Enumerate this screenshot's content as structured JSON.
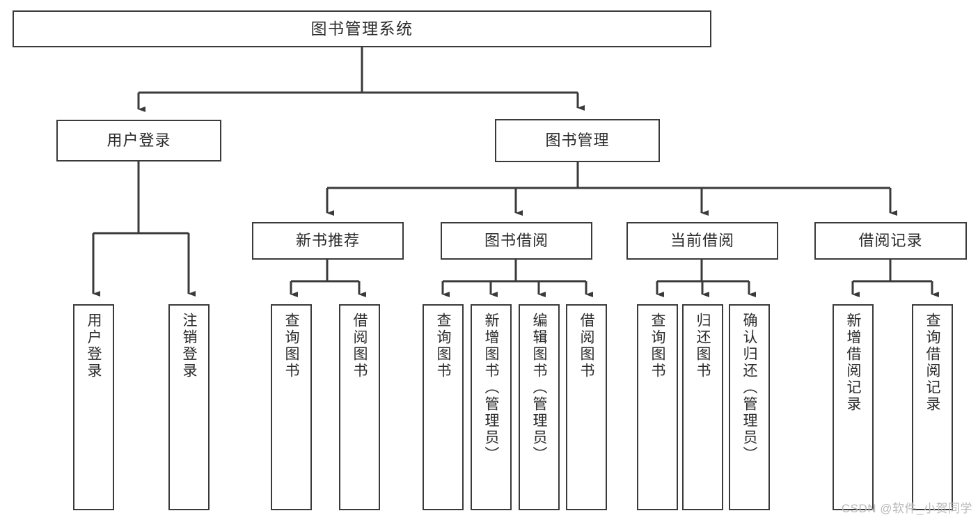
{
  "diagram": {
    "title": "图书管理系统",
    "type": "tree",
    "watermark": "CSDN @软件_小贺同学",
    "colors": {
      "background": "#ffffff",
      "node_fill": "#ffffff",
      "node_stroke": "#3a3a3a",
      "text": "#2b2b2b",
      "edge": "#3a3a3a",
      "watermark": "#b9b9b9"
    },
    "nodes": {
      "root": {
        "label": "图书管理系统",
        "level": 1,
        "orientation": "horizontal"
      },
      "user_login": {
        "label": "用户登录",
        "level": 2,
        "orientation": "horizontal"
      },
      "book_mgmt": {
        "label": "图书管理",
        "level": 2,
        "orientation": "horizontal"
      },
      "new_book_rec": {
        "label": "新书推荐",
        "level": 3,
        "orientation": "horizontal"
      },
      "book_borrow": {
        "label": "图书借阅",
        "level": 3,
        "orientation": "horizontal"
      },
      "current_borrow": {
        "label": "当前借阅",
        "level": 3,
        "orientation": "horizontal"
      },
      "borrow_record": {
        "label": "借阅记录",
        "level": 3,
        "orientation": "horizontal"
      },
      "leaf_user_login": {
        "label": "用户登录",
        "level": 4,
        "orientation": "vertical"
      },
      "leaf_logout": {
        "label": "注销登录",
        "level": 4,
        "orientation": "vertical"
      },
      "leaf_query_book_1": {
        "label": "查询图书",
        "level": 4,
        "orientation": "vertical"
      },
      "leaf_borrow_book_1": {
        "label": "借阅图书",
        "level": 4,
        "orientation": "vertical"
      },
      "leaf_query_book_2": {
        "label": "查询图书",
        "level": 4,
        "orientation": "vertical"
      },
      "leaf_add_book": {
        "label": "新增图书（管理员）",
        "level": 4,
        "orientation": "vertical"
      },
      "leaf_edit_book": {
        "label": "编辑图书（管理员）",
        "level": 4,
        "orientation": "vertical"
      },
      "leaf_borrow_book_2": {
        "label": "借阅图书",
        "level": 4,
        "orientation": "vertical"
      },
      "leaf_query_book_3": {
        "label": "查询图书",
        "level": 4,
        "orientation": "vertical"
      },
      "leaf_return_book": {
        "label": "归还图书",
        "level": 4,
        "orientation": "vertical"
      },
      "leaf_confirm_return": {
        "label": "确认归还（管理员）",
        "level": 4,
        "orientation": "vertical"
      },
      "leaf_add_record": {
        "label": "新增借阅记录",
        "level": 4,
        "orientation": "vertical"
      },
      "leaf_query_record": {
        "label": "查询借阅记录",
        "level": 4,
        "orientation": "vertical"
      }
    },
    "edges": [
      {
        "from": "root",
        "to": "user_login"
      },
      {
        "from": "root",
        "to": "book_mgmt"
      },
      {
        "from": "user_login",
        "to": "leaf_user_login"
      },
      {
        "from": "user_login",
        "to": "leaf_logout"
      },
      {
        "from": "book_mgmt",
        "to": "new_book_rec"
      },
      {
        "from": "book_mgmt",
        "to": "book_borrow"
      },
      {
        "from": "book_mgmt",
        "to": "current_borrow"
      },
      {
        "from": "book_mgmt",
        "to": "borrow_record"
      },
      {
        "from": "new_book_rec",
        "to": "leaf_query_book_1"
      },
      {
        "from": "new_book_rec",
        "to": "leaf_borrow_book_1"
      },
      {
        "from": "book_borrow",
        "to": "leaf_query_book_2"
      },
      {
        "from": "book_borrow",
        "to": "leaf_add_book"
      },
      {
        "from": "book_borrow",
        "to": "leaf_edit_book"
      },
      {
        "from": "book_borrow",
        "to": "leaf_borrow_book_2"
      },
      {
        "from": "current_borrow",
        "to": "leaf_query_book_3"
      },
      {
        "from": "current_borrow",
        "to": "leaf_return_book"
      },
      {
        "from": "current_borrow",
        "to": "leaf_confirm_return"
      },
      {
        "from": "borrow_record",
        "to": "leaf_add_record"
      },
      {
        "from": "borrow_record",
        "to": "leaf_query_record"
      }
    ]
  }
}
